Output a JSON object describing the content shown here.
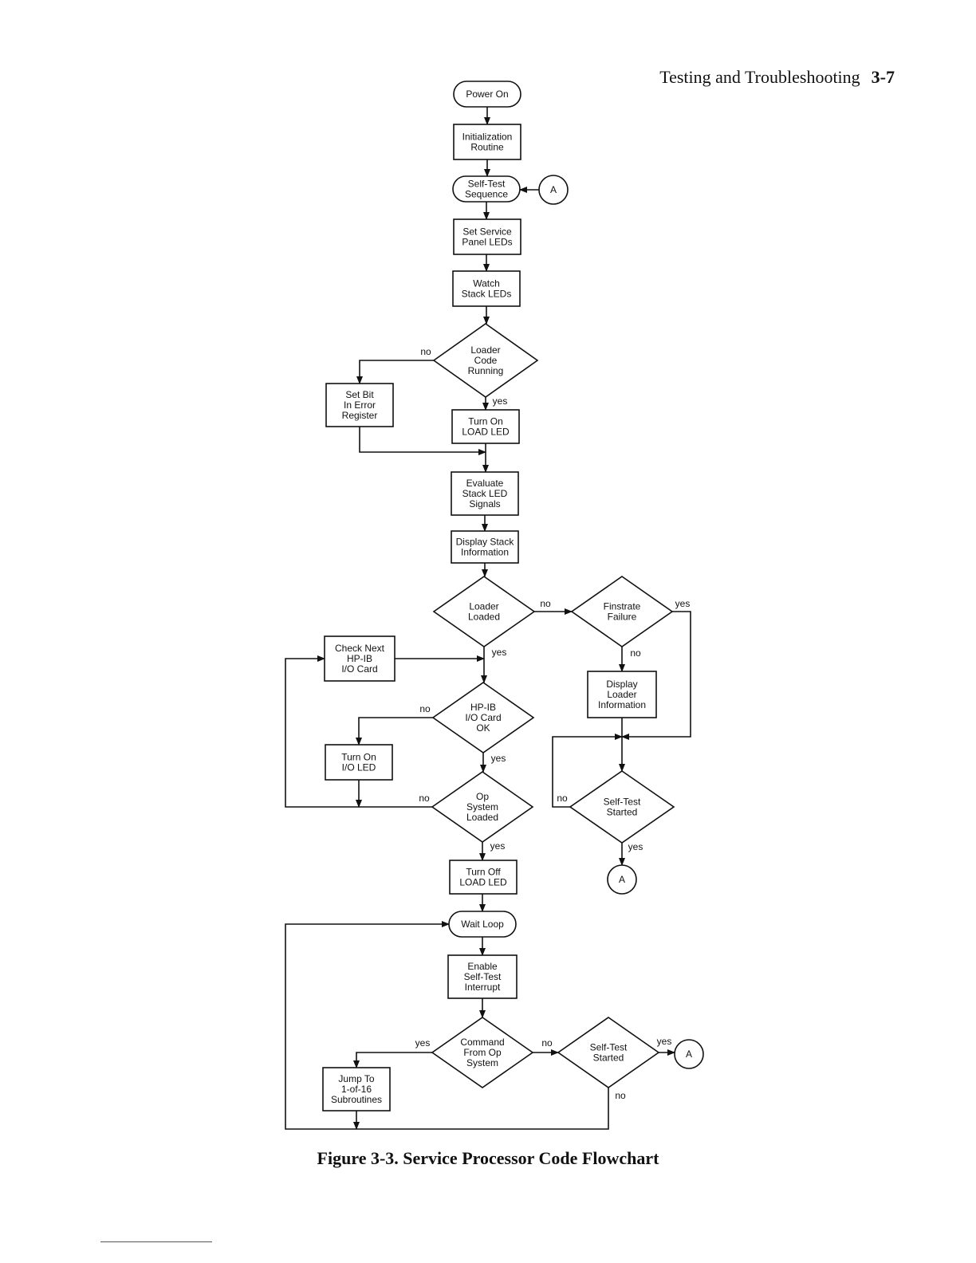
{
  "header": {
    "section": "Testing and Troubleshooting",
    "page_number": "3-7"
  },
  "caption": "Figure 3-3. Service Processor Code Flowchart",
  "connector_label": "A",
  "edge_labels": {
    "yes": "yes",
    "no": "no"
  },
  "nodes": {
    "power_on": "Power On",
    "init": [
      "Initialization",
      "Routine"
    ],
    "self_test_seq": [
      "Self-Test",
      "Sequence"
    ],
    "set_service": [
      "Set Service",
      "Panel LEDs"
    ],
    "watch_stack": [
      "Watch",
      "Stack LEDs"
    ],
    "loader_running": [
      "Loader",
      "Code",
      "Running"
    ],
    "set_bit": [
      "Set Bit",
      "In Error",
      "Register"
    ],
    "turn_on_load": [
      "Turn On",
      "LOAD LED"
    ],
    "evaluate": [
      "Evaluate",
      "Stack LED",
      "Signals"
    ],
    "display_stack": [
      "Display Stack",
      "Information"
    ],
    "loader_loaded": [
      "Loader",
      "Loaded"
    ],
    "finstrate": [
      "Finstrate",
      "Failure"
    ],
    "check_next": [
      "Check Next",
      "HP-IB",
      "I/O Card"
    ],
    "display_loader": [
      "Display",
      "Loader",
      "Information"
    ],
    "hpib_ok": [
      "HP-IB",
      "I/O Card",
      "OK"
    ],
    "turn_on_io": [
      "Turn On",
      "I/O LED"
    ],
    "op_loaded": [
      "Op",
      "System",
      "Loaded"
    ],
    "self_test_started_1": [
      "Self-Test",
      "Started"
    ],
    "turn_off_load": [
      "Turn Off",
      "LOAD LED"
    ],
    "wait_loop": "Wait Loop",
    "enable_interrupt": [
      "Enable",
      "Self-Test",
      "Interrupt"
    ],
    "command_from_op": [
      "Command",
      "From Op",
      "System"
    ],
    "self_test_started_2": [
      "Self-Test",
      "Started"
    ],
    "jump_to": [
      "Jump To",
      "1-of-16",
      "Subroutines"
    ]
  }
}
